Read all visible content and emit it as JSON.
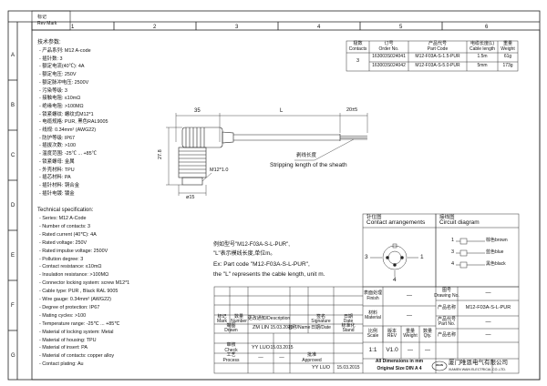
{
  "top_rev": {
    "l1": "标记",
    "l2": "Rev Mark"
  },
  "ruler": {
    "cols": [
      "1",
      "2",
      "3",
      "4",
      "5",
      "6"
    ],
    "rows": [
      "A",
      "B",
      "C",
      "D",
      "E",
      "F",
      "G"
    ]
  },
  "order_table": {
    "headers": [
      {
        "cn": "极数",
        "en": "Contacts"
      },
      {
        "cn": "订号",
        "en": "Order No."
      },
      {
        "cn": "产品代号",
        "en": "Part Code"
      },
      {
        "cn": "电缆长度(L)",
        "en": "Cable length"
      },
      {
        "cn": "重量",
        "en": "Weight"
      }
    ],
    "contacts": "3",
    "rows": [
      {
        "order": "163003S024041",
        "part": "M12-F03A-S-1.5-PUR",
        "len": "1.5m",
        "weight": "61g"
      },
      {
        "order": "163003S024042",
        "part": "M12-F03A-S-5.0-PUR",
        "len": "5mm",
        "weight": "173g"
      }
    ]
  },
  "spec_cn": {
    "title": "技术参数:",
    "lines": [
      "- 产品系列: M12 A-code",
      "- 插针数: 3",
      "- 额定电流(40℃): 4A",
      "- 额定电压: 250V",
      "- 额定脉冲电压: 2500V",
      "- 污染等级: 3",
      "- 接触电阻: ≤10mΩ",
      "- 绝缘电阻: >100MΩ",
      "- 锁紧螺纹: 螺纹式M12*1",
      "- 电缆规格: PUR, 黑色RAL9005",
      "- 线规: 0.34mm² (AWG22)",
      "- 防护等级: IP67",
      "- 插拔次数: >100",
      "- 温度范围: -25℃ ... +85℃",
      "- 锁紧螺母: 金属",
      "- 外壳材料: TPU",
      "- 插芯材料: PA",
      "- 插针材料: 铜合金",
      "- 插针电镀: 镀金"
    ]
  },
  "spec_en": {
    "title": "Technical specification:",
    "lines": [
      "- Series: M12 A-Code",
      "- Number of contacts: 3",
      "- Rated current (40℃): 4A",
      "- Rated voltage: 250V",
      "- Rated impulse voltage: 2500V",
      "- Pollution degree: 3",
      "- Contact resistance: ≤10mΩ",
      "- Insulation resistance: >100MΩ",
      "- Connector locking system: screw M12*1",
      "- Cable type: PUR , Black RAL 9005",
      "- Wire gauge: 0.34mm² (AWG22)",
      "- Degree of protection: IP67",
      "- Mating cycles: >100",
      "- Temperature range: -25℃ ... +85℃",
      "- Material of locking system: Metal",
      "- Material of housing: TPU",
      "- Material of insert: PA",
      "- Material of contacts: copper alloy",
      "- Contact plating: Au"
    ]
  },
  "drawing": {
    "dim_35": "35",
    "dim_L": "L",
    "dim_20": "20±5",
    "dim_27_8": "27.8",
    "dim_dia15": "ø15",
    "thread": "M12*1.0",
    "strip_cn": "剥线长度",
    "strip_en": "Stripping length of the sheath"
  },
  "pin_box": {
    "cn": "针位图",
    "en": "Contact arrangements",
    "pins": [
      "1",
      "3",
      "4"
    ]
  },
  "circuit_box": {
    "cn": "接线图",
    "en": "Circuit diagram",
    "wires": [
      {
        "pin": "1",
        "label": "棕色brown"
      },
      {
        "pin": "3",
        "label": "蓝色blue"
      },
      {
        "pin": "4",
        "label": "黑色black"
      }
    ]
  },
  "example": {
    "l1": "例如型号\"M12-F03A-S-L-PUR\",",
    "l2": "\"L\"表示模线长度,单位m。",
    "l3": "Ex: Part code \"M12-F03A-S-L-PUR\",",
    "l4": "the \"L\" represents the cable length, unit m."
  },
  "title_block": {
    "mark": "标记",
    "mark_en": "Mark",
    "number": "数量",
    "number_en": "Number",
    "change": "更改通知/Description",
    "sig": "签名",
    "sig_en": "Signature",
    "date": "日期",
    "date_en": "Date",
    "drawn_cn": "制图",
    "drawn_en": "Drawn",
    "drawn_name": "ZM LIN",
    "drawn_date": "15.03.2015",
    "name_date": "名称/Name",
    "date_date": "日期/Date",
    "std_cn": "标准化",
    "std_en": "Stand",
    "check_cn": "审核",
    "check_en": "Check",
    "check_name": "YY LUO",
    "check_date": "15.03.2015",
    "proc_cn": "工艺",
    "proc_en": "Process",
    "proc_name": "—",
    "proc_date": "—",
    "appr_cn": "批准",
    "appr_en": "Approved",
    "appr_name": "YY LUO",
    "appr_date": "15.03.2015",
    "finish_cn": "表面处理",
    "finish_en": "Finish",
    "finish_val": "—",
    "material_cn": "材料",
    "material_en": "Material",
    "material_val": "—",
    "scale_cn": "比例",
    "scale_en": "Scale",
    "scale_val": "1:1",
    "rev_cn": "版本",
    "rev_en": "REV",
    "rev_val": "V1.0",
    "weight_cn": "重量",
    "weight_en": "Weight",
    "weight_val": "—",
    "qty_cn": "数量",
    "qty_en": "Qty.",
    "qty_val": "—",
    "dwg_cn": "图号",
    "dwg_en": "Drawing No.",
    "dwg_val": "—",
    "prod_cn": "产品名称",
    "prod_en": "",
    "prod_val": "M12-F03A-S-L-PUR",
    "part_cn": "产品代号",
    "part_en": "Part No.",
    "part_val": "—",
    "name_cn": "产品名称",
    "name_val": "—",
    "dims_note1": "All Dimensions in mm",
    "dims_note2": "Original Size DIN A 4",
    "company_cn": "厦门唯恩电气有限公司",
    "company_en": "XIAMEN WAIN ELECTRICAL CO.,LTD.",
    "logo": "WAIN"
  }
}
